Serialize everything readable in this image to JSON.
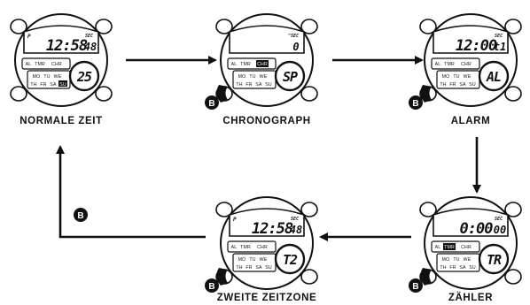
{
  "watches": [
    {
      "id": "normal",
      "caption": "NORMALE ZEIT",
      "pm": "P",
      "main": "12:58",
      "small": "48",
      "sec": "SEC",
      "circle": "25",
      "mode_labels": [
        "AL",
        "TMR",
        "CHR"
      ],
      "days_row1": [
        "MO",
        "TU",
        "WE"
      ],
      "days_row2": [
        "TH",
        "FR",
        "SA",
        "SU"
      ],
      "highlight": "SU",
      "b_button": false
    },
    {
      "id": "chrono",
      "caption": "CHRONOGRAPH",
      "pm": "",
      "main": "",
      "small": "0",
      "sec": "\"SEC",
      "circle": "SP",
      "mode_labels": [
        "AL",
        "TMR",
        "CHR"
      ],
      "days_row1": [
        "MO",
        "TU",
        "WE"
      ],
      "days_row2": [
        "TH",
        "FR",
        "SA",
        "SU"
      ],
      "highlight": "CHR",
      "b_button": true
    },
    {
      "id": "alarm",
      "caption": "ALARM",
      "pm": "",
      "main": "12:00",
      "small": "t1",
      "sec": "SEC",
      "circle": "AL",
      "mode_labels": [
        "AL",
        "TMR",
        "CHR"
      ],
      "days_row1": [
        "MO",
        "TU",
        "WE"
      ],
      "days_row2": [
        "TH",
        "FR",
        "SA",
        "SU"
      ],
      "highlight": "",
      "b_button": true
    },
    {
      "id": "timer",
      "caption": "ZÄHLER",
      "pm": "",
      "main": "0:00",
      "small": "00",
      "sec": "SEC",
      "circle": "TR",
      "mode_labels": [
        "AL",
        "TMR",
        "CHR"
      ],
      "days_row1": [
        "MO",
        "TU",
        "WE"
      ],
      "days_row2": [
        "TH",
        "FR",
        "SA",
        "SU"
      ],
      "highlight": "TMR",
      "b_button": true
    },
    {
      "id": "dualtime",
      "caption": "ZWEITE ZEITZONE",
      "pm": "P",
      "main": "12:58",
      "small": "48",
      "sec": "SEC",
      "circle": "T2",
      "mode_labels": [
        "AL",
        "TMR",
        "CHR"
      ],
      "days_row1": [
        "MO",
        "TU",
        "WE"
      ],
      "days_row2": [
        "TH",
        "FR",
        "SA",
        "SU"
      ],
      "highlight": "",
      "b_button": true
    }
  ],
  "return_button_label": "B",
  "colors": {
    "ink": "#111111",
    "background": "#ffffff"
  }
}
